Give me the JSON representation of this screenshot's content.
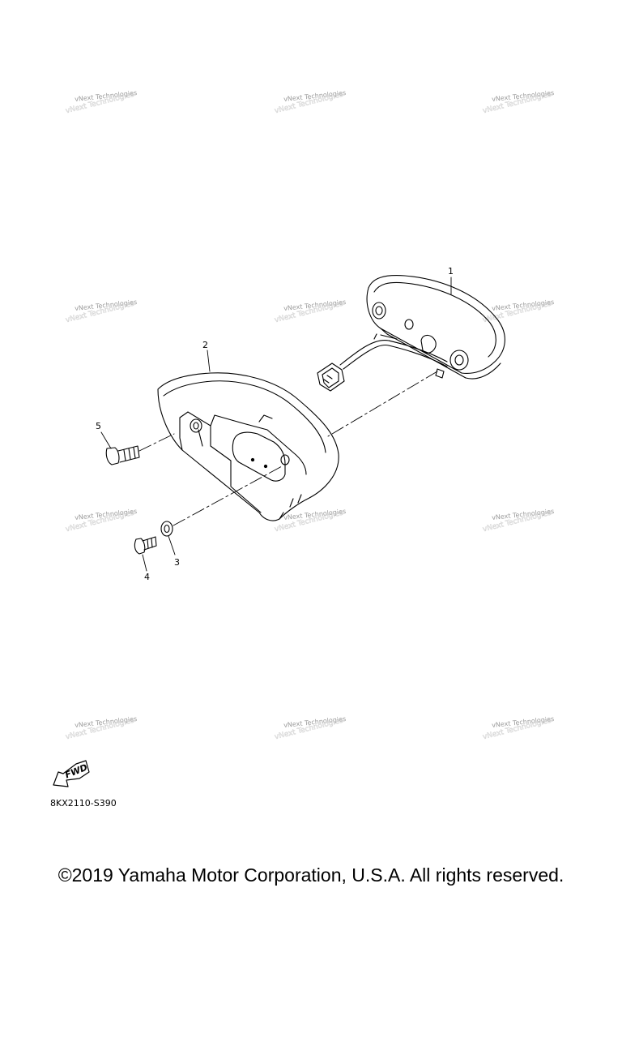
{
  "watermark": {
    "text": "vNext Technologies"
  },
  "callouts": {
    "c1": "1",
    "c2": "2",
    "c3": "3",
    "c4": "4",
    "c5": "5"
  },
  "fwd_arrow": {
    "label": "FWD"
  },
  "diagram_code": "8KX2110-S390",
  "copyright": "©2019 Yamaha Motor Corporation, U.S.A. All rights reserved."
}
